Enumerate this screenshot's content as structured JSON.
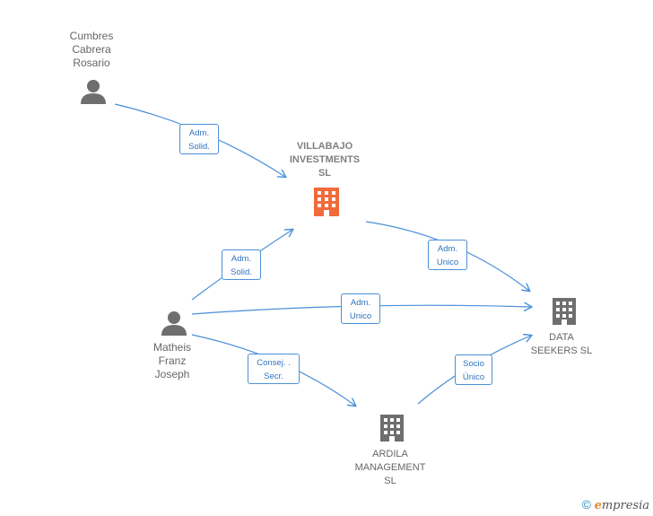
{
  "nodes": {
    "cumbres": {
      "label": "Cumbres\nCabrera\nRosario",
      "type": "person"
    },
    "villabajo": {
      "label": "VILLABAJO\nINVESTMENTS\nSL",
      "type": "company-main"
    },
    "matheis": {
      "label": "Matheis\nFranz\nJoseph",
      "type": "person"
    },
    "data_seekers": {
      "label": "DATA\nSEEKERS  SL",
      "type": "company"
    },
    "ardila": {
      "label": "ARDILA\nMANAGEMENT\nSL",
      "type": "company"
    }
  },
  "edges": {
    "cumbres_villabajo": {
      "label": "Adm.\nSolid."
    },
    "matheis_villabajo": {
      "label": "Adm.\nSolid."
    },
    "villabajo_dataseekers": {
      "label": "Adm.\nUnico"
    },
    "matheis_dataseekers": {
      "label": "Adm.\nUnico"
    },
    "matheis_ardila": {
      "label": "Consej. .\nSecr."
    },
    "ardila_dataseekers": {
      "label": "Socio\nÚnico"
    }
  },
  "colors": {
    "edge": "#4a90d9",
    "person_icon": "#6e6e6e",
    "company_icon": "#6e6e6e",
    "main_company_icon": "#f26a3a"
  },
  "watermark": {
    "copyright": "©",
    "brand_first": "e",
    "brand_rest": "mpresia"
  }
}
